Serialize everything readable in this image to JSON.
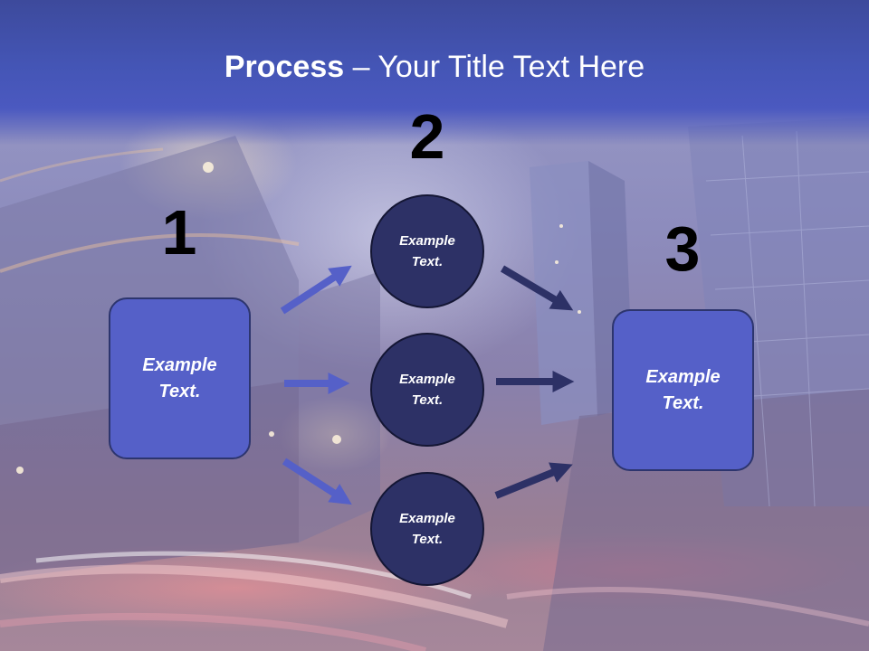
{
  "slide": {
    "title_bold": "Process",
    "title_rest": " – Your Title Text Here"
  },
  "steps": {
    "one": "1",
    "two": "2",
    "three": "3"
  },
  "left_box": {
    "text": "Example\nText."
  },
  "circles": [
    {
      "text": "Example\nText."
    },
    {
      "text": "Example\nText."
    },
    {
      "text": "Example\nText."
    }
  ],
  "right_box": {
    "text": "Example\nText."
  },
  "colors": {
    "title_band": "#4455b5",
    "box_fill": "#5560c8",
    "circle_fill": "#2d3166",
    "arrow_light": "#5560c8",
    "arrow_dark": "#2d3166"
  }
}
